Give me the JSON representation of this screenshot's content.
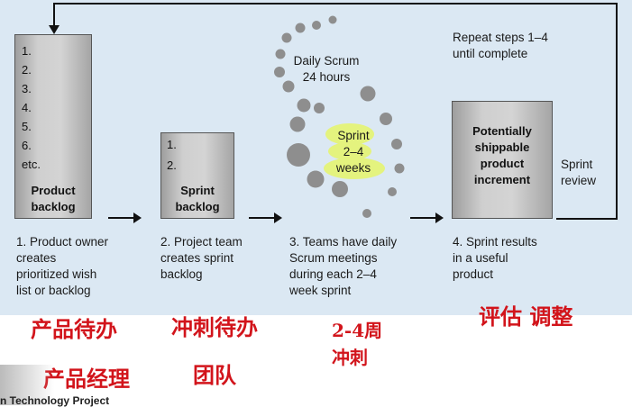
{
  "backlog": {
    "items": [
      "1.",
      "2.",
      "3.",
      "4.",
      "5.",
      "6.",
      "etc."
    ],
    "title": "Product\nbacklog"
  },
  "sprint_backlog": {
    "items": [
      "1.",
      "2."
    ],
    "title": "Sprint\nbacklog"
  },
  "scrum": {
    "daily_label": "Daily Scrum\n24 hours",
    "sprint_label": [
      "Sprint",
      "2–4",
      "weeks"
    ]
  },
  "increment": {
    "title": "Potentially\nshippable\nproduct\nincrement"
  },
  "repeat_text": "Repeat steps 1–4\nuntil complete",
  "sprint_review": "Sprint\nreview",
  "steps": [
    "1. Product owner\n    creates\n    prioritized wish\n    list or backlog",
    "2. Project team\n    creates sprint\n    backlog",
    "3. Teams have daily\n    Scrum meetings\n    during each 2–4\n    week sprint",
    "4. Sprint results\n    in a useful\n    product"
  ],
  "handwritten": {
    "a": "产品待办",
    "b": "冲刺待办",
    "c": "2-4周\n冲刺",
    "d": "评估  调整",
    "e": "产品经理",
    "f": "团队"
  },
  "footer": "n Technology Project",
  "colors": {
    "panel": "#dbe8f3",
    "dots": "#8e8e8e",
    "highlight": "#e6f56a",
    "handwriting": "#d2141b"
  }
}
